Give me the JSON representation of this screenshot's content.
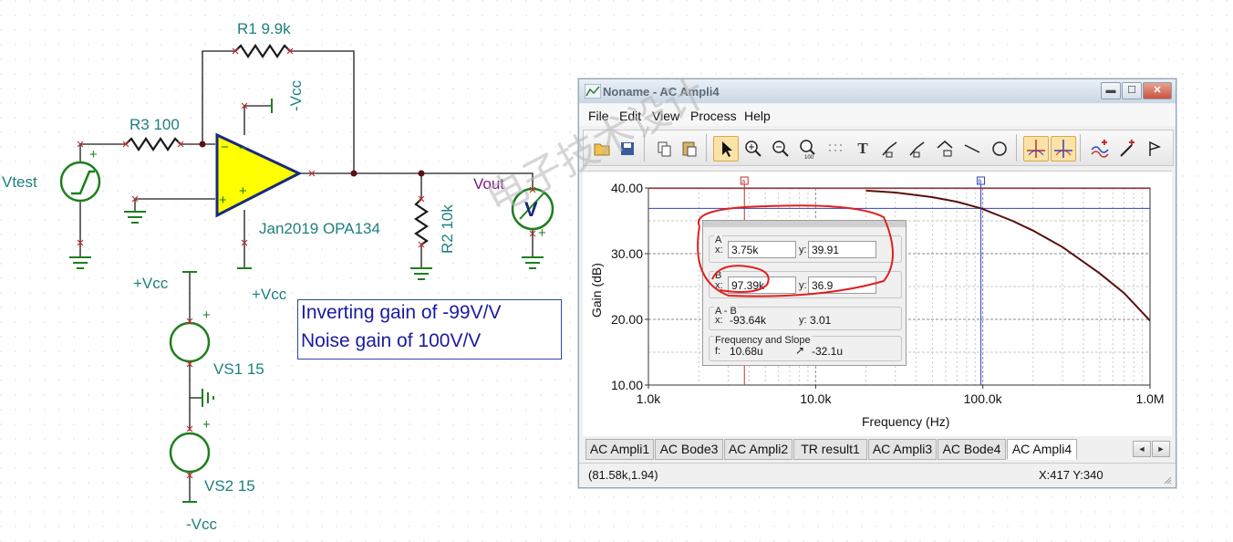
{
  "schematic": {
    "r1_label": "R1 9.9k",
    "r3_label": "R3 100",
    "r2_label": "R2 10k",
    "vcc_neg_top": "-Vcc",
    "opamp_label": "Jan2019 OPA134",
    "vcc_pos_opamp": "+Vcc",
    "source_label": "Vtest",
    "output_label": "Vout",
    "meter_symbol": "V",
    "vcc_pos_supply": "+Vcc",
    "vs1_label": "VS1 15",
    "vs2_label": "VS2 15",
    "vcc_neg_supply": "-Vcc",
    "plus_sign": "+",
    "minus_sign": "−",
    "note_line1": "Inverting gain of -99V/V",
    "note_line2": "Noise gain of 100V/V"
  },
  "window": {
    "title": "Noname - AC Ampli4",
    "min_glyph": "▬",
    "max_glyph": "☐",
    "close_glyph": "✕"
  },
  "menu": {
    "file": "File",
    "edit": "Edit",
    "view": "View",
    "process": "Process",
    "help": "Help"
  },
  "toolbar": {
    "icons": [
      "open-folder-icon",
      "save-icon",
      "copy-icon",
      "paste-icon",
      "pointer-icon",
      "zoom-in-icon",
      "zoom-out-icon",
      "zoom-100-icon",
      "grid-icon",
      "text-icon",
      "trace-icon",
      "trace-alt-icon",
      "marker-icon",
      "line-icon",
      "circle-icon",
      "cursor-a-icon",
      "cursor-b-icon",
      "add-curve-icon",
      "probe-icon",
      "flag-icon"
    ],
    "text_glyph": "T",
    "zoom_100_text": "100"
  },
  "plot": {
    "ylabel": "Gain (dB)",
    "xlabel": "Frequency (Hz)",
    "y_ticks": [
      "40.00",
      "30.00",
      "20.00",
      "10.00"
    ],
    "x_ticks": [
      "1.0k",
      "10.0k",
      "100.0k",
      "1.0M"
    ],
    "cursor_a_tag": "a",
    "cursor_b_tag": "b",
    "curve_color": "#5a0f0f",
    "cursor_a_color": "#c03030",
    "cursor_b_color": "#3040c0"
  },
  "chart_data": {
    "type": "line",
    "title": "",
    "xlabel": "Frequency (Hz)",
    "ylabel": "Gain (dB)",
    "xscale": "log",
    "xlim": [
      1000,
      1000000
    ],
    "ylim": [
      10,
      40
    ],
    "grid": true,
    "series": [
      {
        "x": [
          20000,
          30000,
          50000,
          70000,
          97390,
          150000,
          200000,
          300000,
          500000,
          700000,
          1000000
        ],
        "y": [
          39.6,
          39.3,
          38.6,
          37.9,
          36.9,
          35.0,
          33.5,
          31.0,
          27.0,
          24.0,
          19.8
        ]
      }
    ],
    "cursors": {
      "a": {
        "x": 3750,
        "y": 39.91
      },
      "b": {
        "x": 97390,
        "y": 36.9
      }
    }
  },
  "cursors": {
    "group_a": "A",
    "group_b": "B",
    "group_ab": "A - B",
    "group_fs": "Frequency and Slope",
    "x_label": "x:",
    "y_label": "y:",
    "f_label": "f:",
    "a_x": "3.75k",
    "a_y": "39.91",
    "b_x": "97.39k",
    "b_y": "36.9",
    "ab_x": "-93.64k",
    "ab_y": "3.01",
    "freq": "10.68u",
    "slope": "-32.1u",
    "slope_glyph": "↗"
  },
  "tabs": [
    "AC Ampli1",
    "AC Bode3",
    "AC Ampli2",
    "TR result1",
    "AC Ampli3",
    "AC Bode4",
    "AC Ampli4"
  ],
  "tab_nav": {
    "left": "◄",
    "right": "►"
  },
  "status": {
    "coords": "(81.58k,1.94)",
    "xy": "X:417  Y:340"
  },
  "watermark": "电子技术设计"
}
